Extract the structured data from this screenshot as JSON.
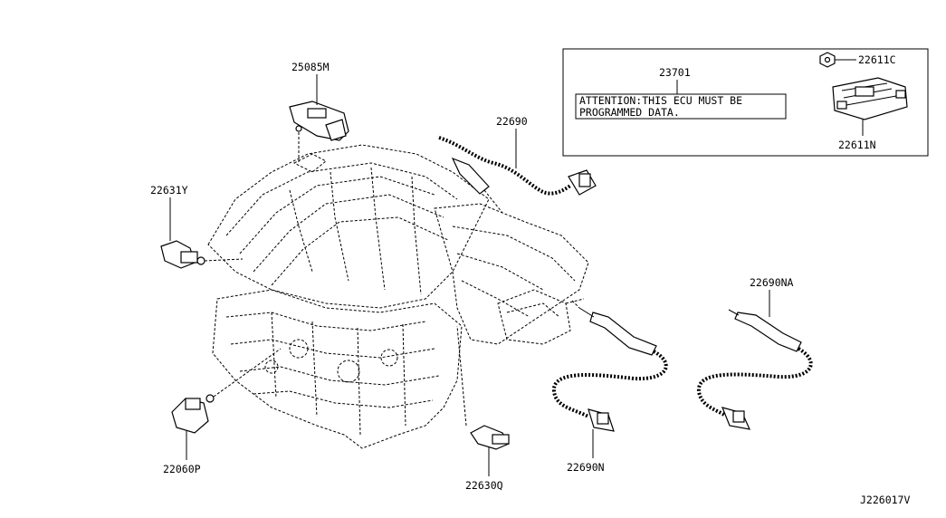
{
  "labels": {
    "map_sensor": "25085M",
    "cam_sensor": "22631Y",
    "crank_sensor": "22060P",
    "temp_sensor": "22630Q",
    "o2_upper": "22690",
    "o2_front": "22690N",
    "o2_rear": "22690NA",
    "ecu_module": "23701",
    "ecu_nut": "22611C",
    "ecu_unit": "22611N"
  },
  "ecu_note": {
    "line1": "ATTENTION:THIS ECU MUST BE",
    "line2": "PROGRAMMED DATA."
  },
  "diagram_id": "J226017V",
  "icons": [
    "engine-outline",
    "sensor-icon",
    "oxygen-sensor-icon",
    "ecu-icon",
    "nut-icon"
  ]
}
